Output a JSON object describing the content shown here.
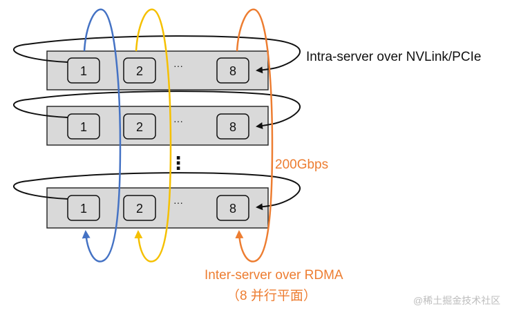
{
  "servers": [
    {
      "gpus": [
        "1",
        "2",
        "8"
      ],
      "ellipsis": "···"
    },
    {
      "gpus": [
        "1",
        "2",
        "8"
      ],
      "ellipsis": "···"
    },
    {
      "gpus": [
        "1",
        "2",
        "8"
      ],
      "ellipsis": "···"
    }
  ],
  "vertical_ellipsis": "⋮",
  "labels": {
    "intra": "Intra-server over NVLink/PCIe",
    "bandwidth": "200Gbps",
    "inter_line1": "Inter-server over RDMA",
    "inter_line2": "（8 并行平面）",
    "watermark": "@稀土掘金技术社区"
  },
  "colors": {
    "server_fill": "#d9d9d9",
    "server_stroke": "#2b2b2b",
    "ring_intra": "#111111",
    "ring_blue": "#4472c4",
    "ring_yellow": "#f5c000",
    "ring_orange": "#ed7d31",
    "text_orange": "#ed7d31",
    "watermark": "#bdbdbd"
  }
}
